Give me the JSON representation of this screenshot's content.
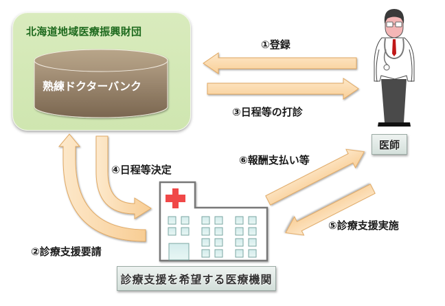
{
  "foundation": {
    "title": "北海道地域医療振興財団",
    "database_label": "熟練ドクターバンク"
  },
  "actors": {
    "doctor_label": "医師",
    "hospital_label": "診療支援を希望する医療機関"
  },
  "steps": [
    {
      "id": 1,
      "label": "①登録",
      "direction": "doctor-to-foundation"
    },
    {
      "id": 2,
      "label": "②診療支援要請",
      "direction": "hospital-to-foundation"
    },
    {
      "id": 3,
      "label": "③日程等の打診",
      "direction": "foundation-to-doctor"
    },
    {
      "id": 4,
      "label": "④日程等決定",
      "direction": "foundation-to-hospital"
    },
    {
      "id": 5,
      "label": "⑤診療支援実施",
      "direction": "doctor-to-hospital"
    },
    {
      "id": 6,
      "label": "⑥報酬支払い等",
      "direction": "hospital-to-doctor"
    }
  ],
  "colors": {
    "foundation_bg": "#d4e8b6",
    "foundation_title": "#1e6a1e",
    "arrow_fill": "#fbd8a8",
    "arrow_stroke": "#e0a862",
    "database_fill": "#8e7a62",
    "cross": "#f04848"
  }
}
